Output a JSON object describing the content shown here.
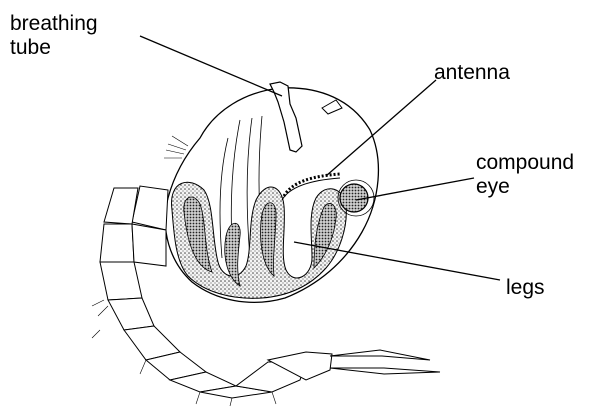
{
  "labels": {
    "breathing_line1": "breathing",
    "breathing_line2": "tube",
    "antenna": "antenna",
    "compound_line1": "compound",
    "compound_line2": "eye",
    "legs": "legs"
  },
  "colors": {
    "ink": "#000000",
    "background": "#ffffff",
    "stipple": "#555555"
  }
}
